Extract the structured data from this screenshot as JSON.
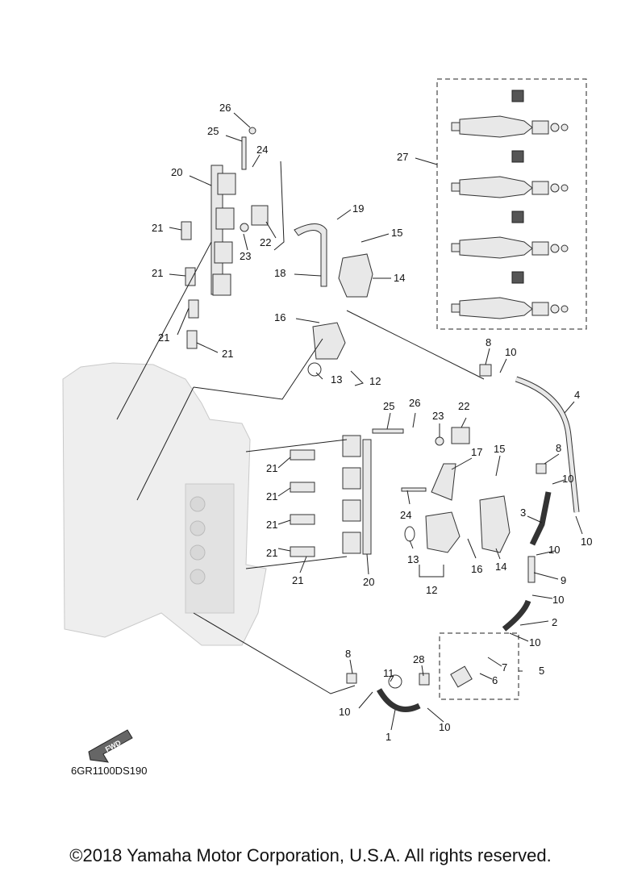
{
  "diagram_code": "6GR1100DS190",
  "fwd_label": "FWD",
  "copyright": "©2018 Yamaha Motor Corporation, U.S.A. All rights reserved.",
  "callouts": [
    "26",
    "25",
    "24",
    "20",
    "21",
    "22",
    "19",
    "15",
    "23",
    "18",
    "14",
    "21",
    "16",
    "21",
    "21",
    "13",
    "12",
    "27",
    "8",
    "10",
    "4",
    "25",
    "26",
    "23",
    "22",
    "17",
    "15",
    "21",
    "21",
    "24",
    "8",
    "10",
    "21",
    "3",
    "10",
    "21",
    "13",
    "16",
    "14",
    "10",
    "9",
    "21",
    "20",
    "12",
    "10",
    "2",
    "10",
    "7",
    "5",
    "8",
    "11",
    "28",
    "6",
    "10",
    "10",
    "1"
  ]
}
